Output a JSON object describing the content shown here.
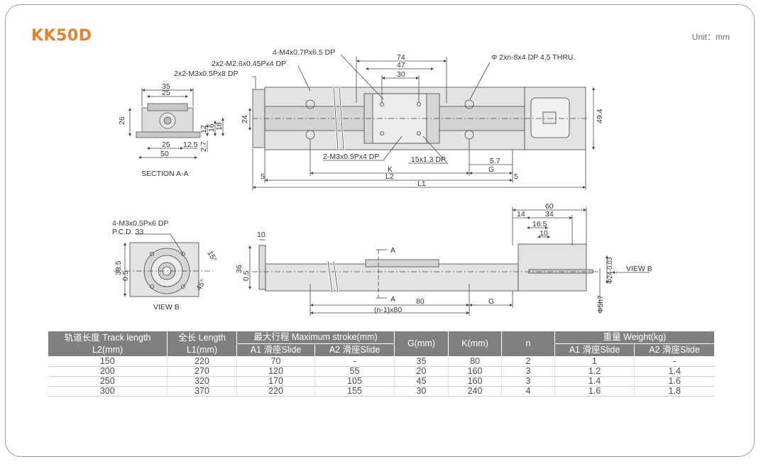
{
  "header": {
    "title": "KK50D",
    "unit": "Unit：mm"
  },
  "drawing": {
    "section_label": "SECTION A-A",
    "view_label": "VIEW B",
    "view_b_marker": "VIEW B",
    "labels": {
      "m3_8": "2x2-M3x0.5Px8 DP",
      "m26_4": "2x2-M2.6x0.45Px4 DP",
      "m4_65": "4-M4x0.7Px6.5 DP",
      "thru": "Φ 2xn-8x4  DP  4.5 THRU.",
      "m3_4": "2-M3x0.5Px4 DP",
      "dp15": "15x1.3 DP",
      "m3_6": "4-M3x0.5Px6 DP",
      "pcd": "P.C.D. 33",
      "a_top": "A",
      "a_bot": "A",
      "n1x80": "(n-1)x80",
      "d35": "35",
      "d25t": "25",
      "d26": "26",
      "d25b": "25",
      "d125": "12.5",
      "d50": "50",
      "d12": "12",
      "d16": "16",
      "d18": "18",
      "d27": "2.7",
      "d24": "24",
      "d74": "74",
      "d47": "47",
      "d30": "30",
      "d494": "49.4",
      "d57": "5.7",
      "dK": "K",
      "dG": "G",
      "dL2": "L2",
      "dL1": "L1",
      "d5a": "5",
      "d5b": "5",
      "d385": "38.5",
      "d05": "0.5",
      "d36": "36",
      "d05b": "0.5",
      "d10": "10",
      "d80": "80",
      "dG2": "G",
      "d15": "15°",
      "d45": "45°",
      "d60": "60",
      "d14": "14",
      "d34": "34",
      "d165": "16.5",
      "d10b": "10",
      "d24g": "Φ24-0.03",
      "d5h7": "Φ5h7"
    }
  },
  "table": {
    "headers": {
      "track": "轨道长度 Track length",
      "track_unit": "L2(mm)",
      "full": "全长 Length",
      "full_unit": "L1(mm)",
      "stroke": "最大行程 Maximum stroke(mm)",
      "a1": "A1 滑座Slide",
      "a2": "A2 滑座Slide",
      "g": "G(mm)",
      "k": "K(mm)",
      "n": "n",
      "weight": "重量 Weight(kg)",
      "wa1": "A1 滑座Slide",
      "wa2": "A2 滑座Slide"
    },
    "rows": [
      [
        "150",
        "220",
        "70",
        "-",
        "35",
        "80",
        "2",
        "1",
        "-"
      ],
      [
        "200",
        "270",
        "120",
        "55",
        "20",
        "160",
        "3",
        "1.2",
        "1.4"
      ],
      [
        "250",
        "320",
        "170",
        "105",
        "45",
        "160",
        "3",
        "1.4",
        "1.6"
      ],
      [
        "300",
        "370",
        "220",
        "155",
        "30",
        "240",
        "4",
        "1.6",
        "1.8"
      ]
    ]
  }
}
